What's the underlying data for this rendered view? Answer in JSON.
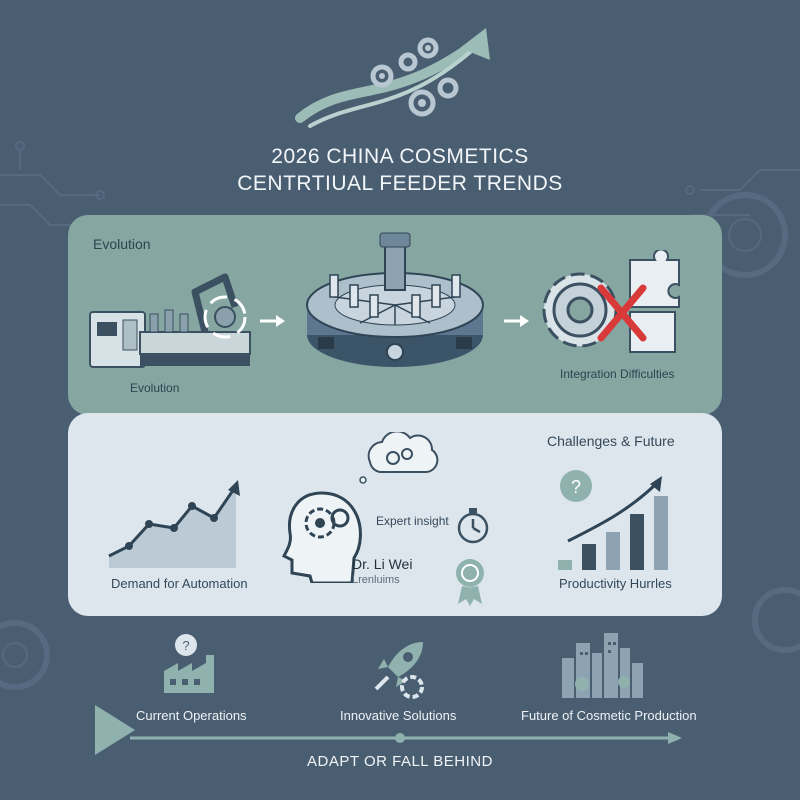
{
  "header": {
    "title_line1": "2026 CHINA COSMETICS",
    "title_line2": "CENTRTIUAL FEEDER TRENDS"
  },
  "evolution_panel": {
    "heading": "Evolution",
    "machine_caption": "Evolution",
    "integration_caption": "Integration Difficulties"
  },
  "challenges_panel": {
    "heading": "Challenges & Future",
    "demand_caption": "Demand for Automation",
    "expert_caption": "Expert insight",
    "expert_name": "Dr. Li Wei",
    "expert_subtitle": "Lrenluims",
    "productivity_caption": "Productivity Hurrles"
  },
  "timeline": {
    "items": [
      {
        "label": "Current Operations"
      },
      {
        "label": "Innovative Solutions"
      },
      {
        "label": "Future of Cosmetic Production"
      }
    ],
    "tagline": "ADAPT OR FALL BEHIND"
  },
  "colors": {
    "background": "#4a5e72",
    "panel_top": "#86a6a2",
    "panel_bottom": "#dde6ec",
    "accent_red": "#d83a3a",
    "accent_teal": "#8fb2ae"
  },
  "icons": [
    "trend-arrow-icon",
    "gear-icon",
    "robot-arm-icon",
    "rotary-feeder-icon",
    "puzzle-icon",
    "cross-icon",
    "line-chart-icon",
    "head-gears-icon",
    "thought-bubble-icon",
    "stopwatch-icon",
    "award-ribbon-icon",
    "bar-chart-icon",
    "question-icon",
    "factory-icon",
    "rocket-icon",
    "city-skyline-icon",
    "arrow-right-icon"
  ]
}
